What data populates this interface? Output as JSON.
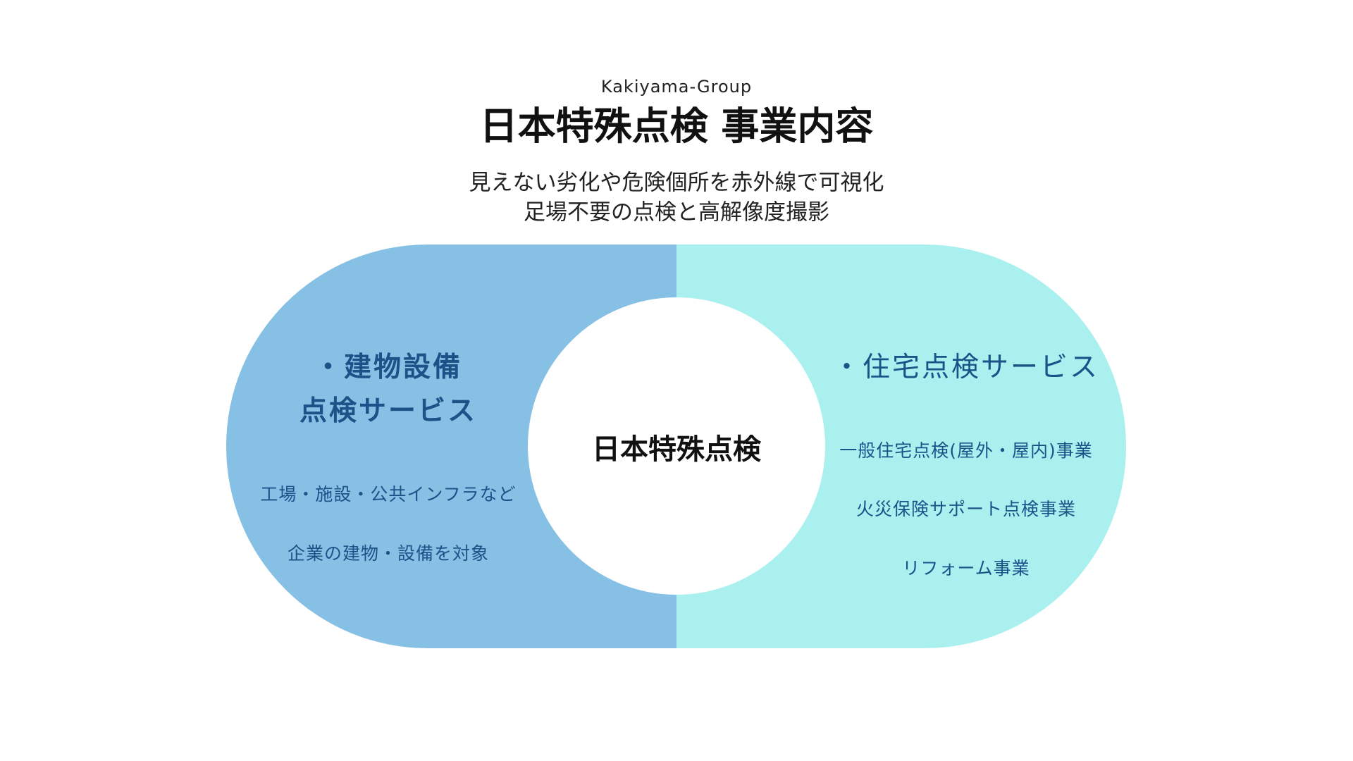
{
  "header": {
    "brand": "Kakiyama-Group",
    "title": "日本特殊点検 事業内容",
    "subtitle_lines": [
      "見えない劣化や危険個所を赤外線で可視化",
      "足場不要の点検と高解像度撮影"
    ]
  },
  "diagram": {
    "center_label": "日本特殊点検",
    "left": {
      "heading_lines": [
        "・建物設備",
        "点検サービス"
      ],
      "items": [
        "工場・施設・公共インフラなど",
        "企業の建物・設備を対象"
      ],
      "color": "#86c0e5"
    },
    "right": {
      "heading": "・住宅点検サービス",
      "items": [
        "一般住宅点検(屋外・屋内)事業",
        "火災保険サポート点検事業",
        "リフォーム事業"
      ],
      "color": "#aaf0ef"
    },
    "text_color": "#1b5389"
  }
}
